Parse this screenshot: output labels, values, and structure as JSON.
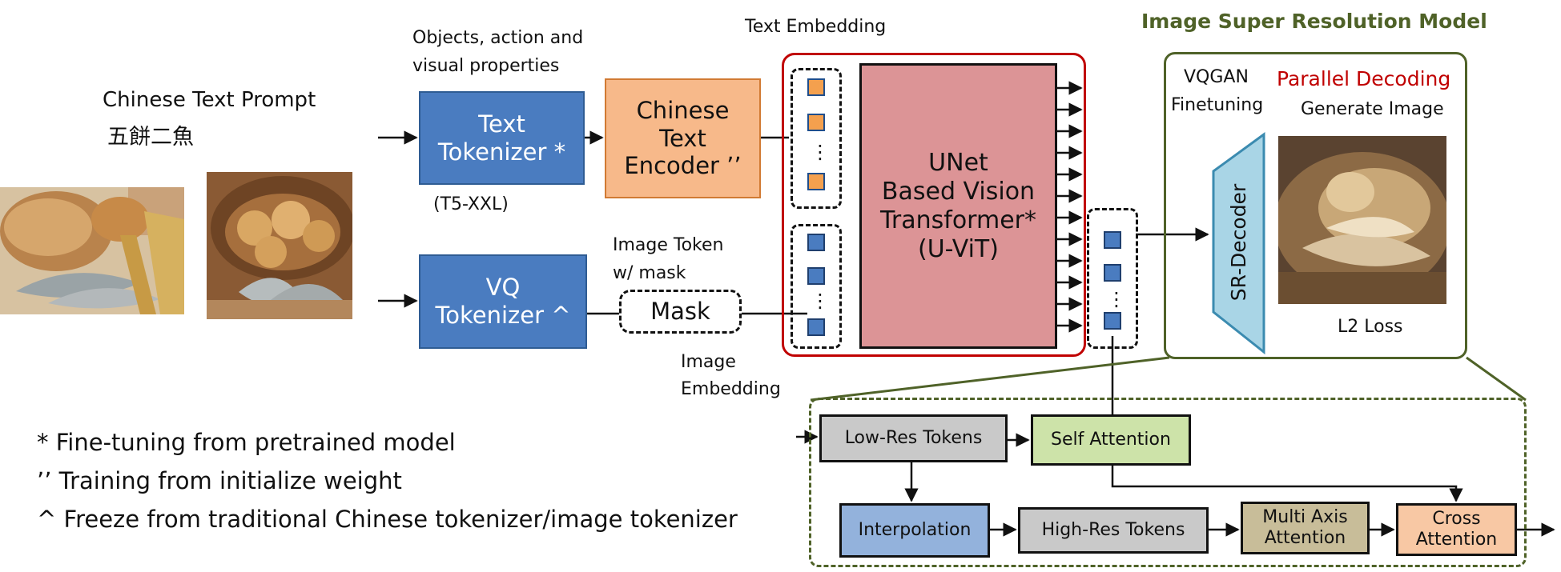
{
  "labels": {
    "chinese_prompt_title": "Chinese Text Prompt",
    "chinese_prompt_text": "五餅二魚",
    "objects_line1": "Objects, action and",
    "objects_line2": "visual properties",
    "text_tokenizer": "Text\nTokenizer *",
    "t5": "(T5-XXL)",
    "chinese_encoder": "Chinese\nText\nEncoder ’’",
    "text_embedding": "Text Embedding",
    "unet": "UNet\nBased Vision\nTransformer*\n(U-ViT)",
    "image_token_line1": "Image Token",
    "image_token_line2": "w/ mask",
    "mask": "Mask",
    "vq_tokenizer": "VQ\nTokenizer ^",
    "image_embedding_line1": "Image",
    "image_embedding_line2": "Embedding",
    "sr_title": "Image Super Resolution Model",
    "vqgan_line1": "VQGAN",
    "vqgan_line2": "Finetuning",
    "parallel_decoding": "Parallel Decoding",
    "generate_image": "Generate Image",
    "sr_decoder": "SR-Decoder",
    "l2_loss": "L2 Loss",
    "low_res": "Low-Res Tokens",
    "self_attention": "Self Attention",
    "interpolation": "Interpolation",
    "high_res": "High-Res Tokens",
    "multi_axis": "Multi Axis\nAttention",
    "cross_attention": "Cross\nAttention",
    "ellipsis": "⋮"
  },
  "legend": [
    "* Fine-tuning from pretrained model",
    "’’ Training from initialize weight",
    "^ Freeze from traditional Chinese tokenizer/image tokenizer"
  ],
  "colors": {
    "blue_box": "#4a7cc0",
    "orange_box": "#f7b98a",
    "unet_fill": "#dc9496",
    "red_frame": "#c00000",
    "green_frame": "#4f6228",
    "parallel_decoding_text": "#c00000",
    "sr_decoder_fill": "#a9d5e6"
  }
}
